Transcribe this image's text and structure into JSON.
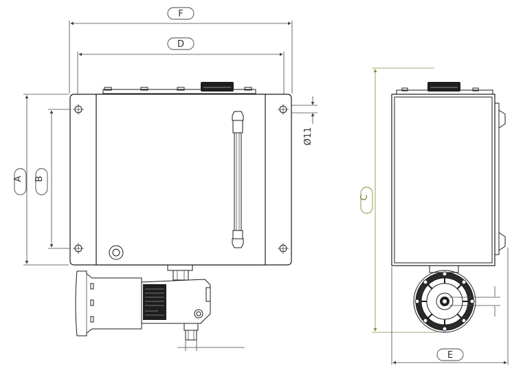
{
  "dimensions": {
    "F": "F",
    "D": "D",
    "A": "A",
    "B": "B",
    "C": "C",
    "E": "E",
    "hole_dia": "Ø11"
  },
  "colors": {
    "line": "#1a1a1a",
    "dim_c": "#8a8a3a"
  }
}
